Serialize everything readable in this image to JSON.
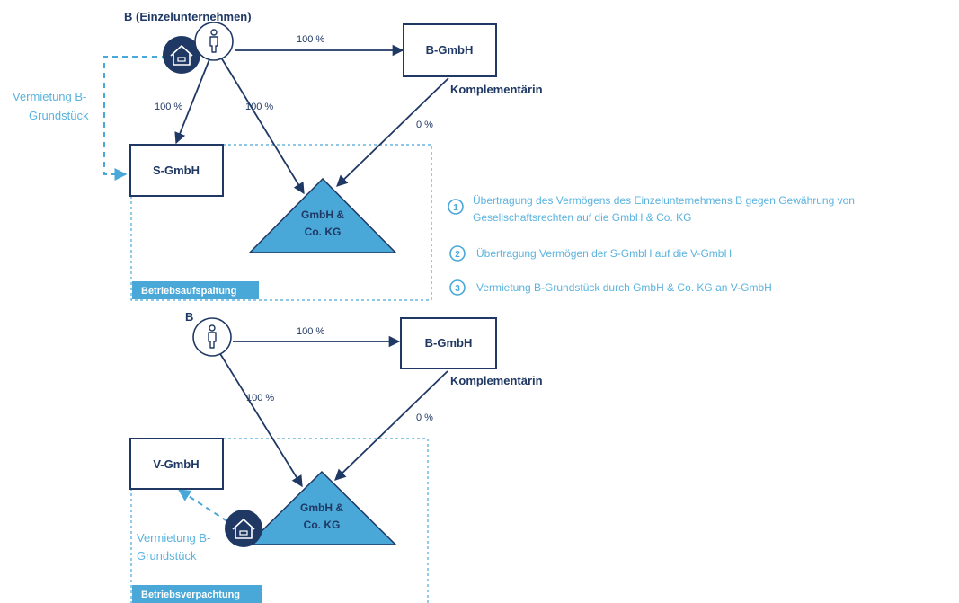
{
  "top": {
    "owner_label": "B (Einzelunternehmen)",
    "pct_b_bgmbh": "100 %",
    "pct_b_sgmbh": "100 %",
    "pct_b_kg": "100 %",
    "pct_bgmbh_kg": "0 %",
    "bgmbh": "B-GmbH",
    "komplementaerin": "Komplementärin",
    "sgmbh": "S-GmbH",
    "kg_line1": "GmbH &",
    "kg_line2": "Co. KG",
    "rent_line1": "Vermietung B-",
    "rent_line2": "Grundstück",
    "box_tag": "Betriebsaufspaltung"
  },
  "bottom": {
    "owner_label": "B",
    "pct_b_bgmbh": "100 %",
    "pct_b_kg": "100 %",
    "pct_bgmbh_kg": "0 %",
    "bgmbh": "B-GmbH",
    "komplementaerin": "Komplementärin",
    "vgmbh": "V-GmbH",
    "kg_line1": "GmbH &",
    "kg_line2": "Co. KG",
    "rent_line1": "Vermietung B-",
    "rent_line2": "Grundstück",
    "box_tag": "Betriebsverpachtung"
  },
  "legend": [
    {
      "num": "1",
      "line1": "Übertragung des Vermögens des Einzelunternehmens B gegen Gewährung von",
      "line2": "Gesellschaftsrechten auf die GmbH & Co. KG"
    },
    {
      "num": "2",
      "line1": "Übertragung Vermögen der S-GmbH auf die V-GmbH",
      "line2": ""
    },
    {
      "num": "3",
      "line1": "Vermietung B-Grundstück durch GmbH & Co. KG an V-GmbH",
      "line2": ""
    }
  ],
  "colors": {
    "dark_navy": "#1f3864",
    "accent_blue": "#4aa8d8",
    "light_blue_text": "#5bb3de"
  },
  "icons": [
    "house-icon",
    "person-icon"
  ]
}
